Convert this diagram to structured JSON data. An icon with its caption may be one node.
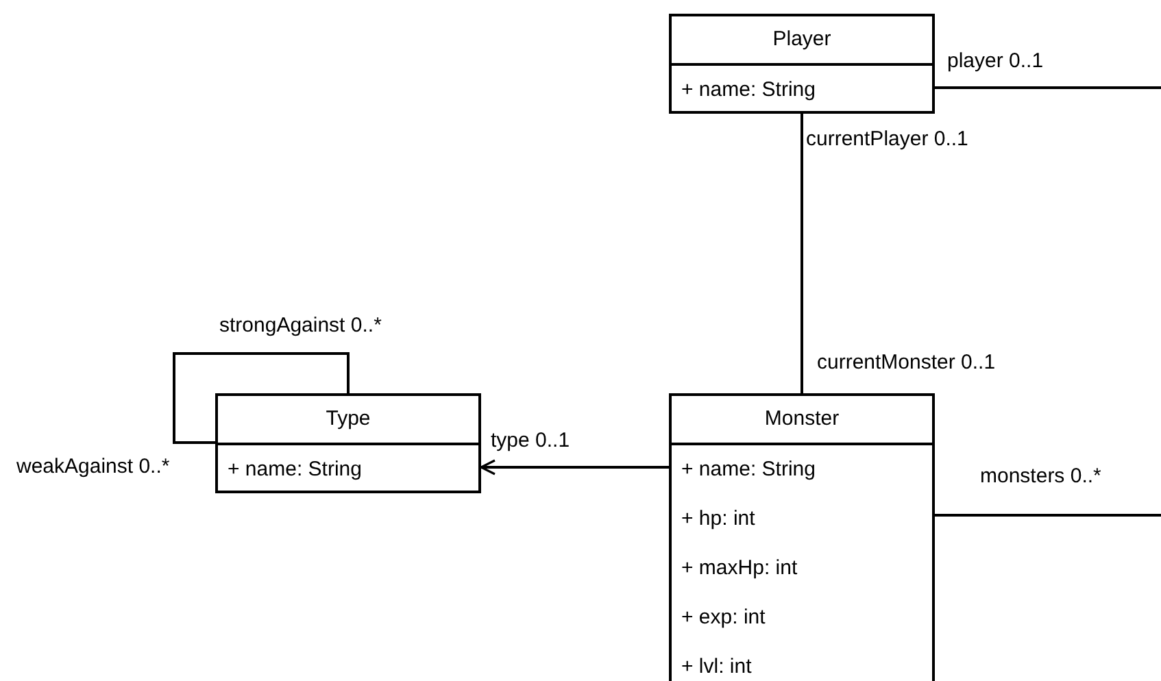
{
  "diagram": {
    "nodes": [
      {
        "text": [
          "Player",
          "+ name: String"
        ]
      },
      {
        "text": [
          "Type",
          "+ name: String"
        ]
      },
      {
        "text": [
          "Monster",
          "+ name: String",
          "+ hp: int",
          "+ maxHp: int",
          "+ exp: int",
          "+ lvl: int"
        ]
      }
    ],
    "edges": [
      {
        "from": 0,
        "to": null,
        "arrow": "none"
      },
      {
        "from": 0,
        "to": 2,
        "arrow": "none"
      },
      {
        "from": 1,
        "to": 1,
        "arrow": "none"
      },
      {
        "from": 2,
        "to": 1,
        "arrow": "to"
      },
      {
        "from": 2,
        "to": null,
        "arrow": "none"
      }
    ],
    "labels": [
      "player 0..1",
      "currentPlayer 0..1",
      "strongAgainst 0..*",
      "currentMonster 0..1",
      "weakAgainst 0..*",
      "type 0..1",
      "monsters 0..*"
    ]
  }
}
